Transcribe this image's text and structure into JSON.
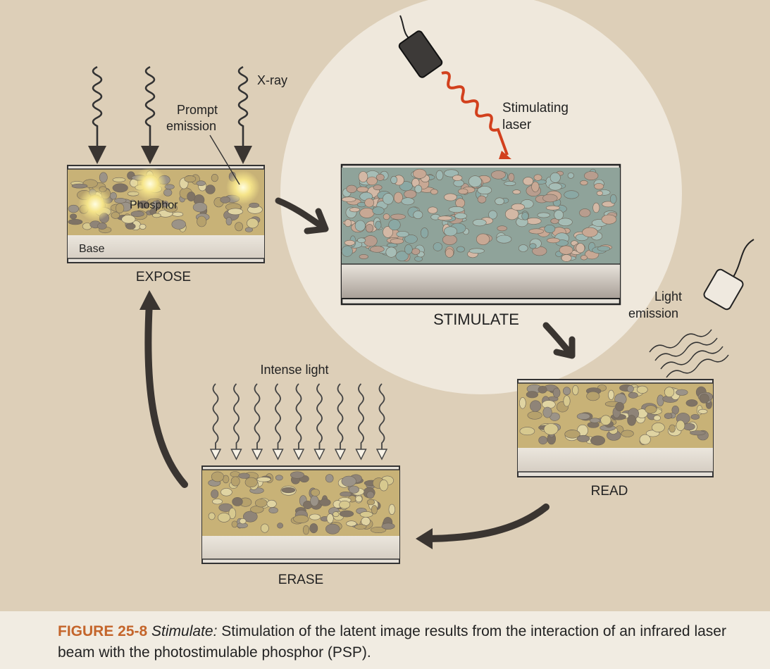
{
  "figure": {
    "label": "FIGURE 25-8",
    "lead": "Stimulate:",
    "caption": "Stimulation of the latent image results from the interaction of an infrared laser beam with the photostimulable phosphor (PSP)."
  },
  "stages": {
    "expose": "EXPOSE",
    "stimulate": "STIMULATE",
    "read": "READ",
    "erase": "ERASE"
  },
  "labels": {
    "xray": "X-ray",
    "prompt_line1": "Prompt",
    "prompt_line2": "emission",
    "phosphor": "Phosphor",
    "base": "Base",
    "laser_line1": "Stimulating",
    "laser_line2": "laser",
    "light_line1": "Light",
    "light_line2": "emission",
    "intense_light": "Intense light"
  },
  "colors": {
    "phosphor_layer": "#c8b277",
    "stimulated_layer": "#8fa39a",
    "laser": "#d2401d",
    "caption_accent": "#c4652b"
  }
}
